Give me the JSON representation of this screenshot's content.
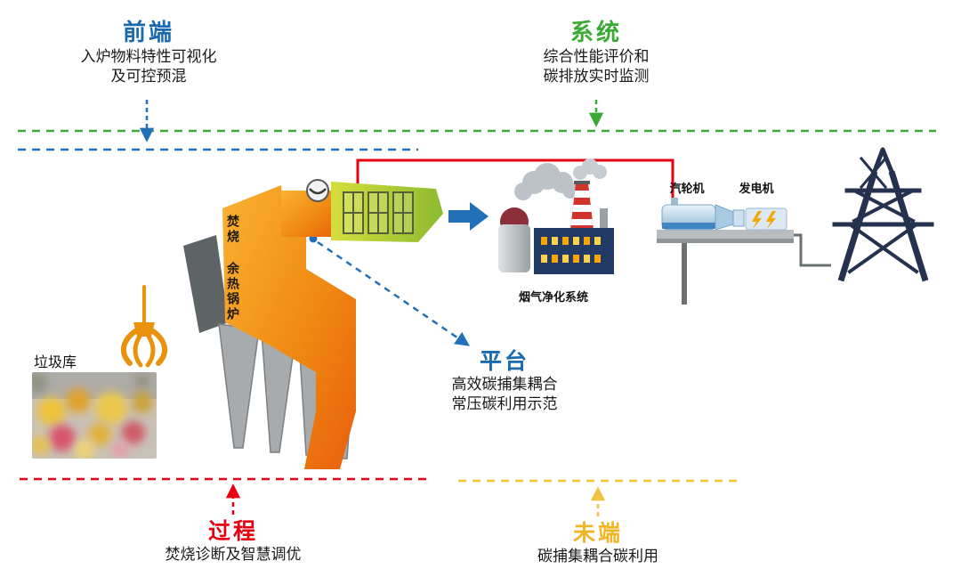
{
  "sections": {
    "front": {
      "title": "前端",
      "desc1": "入炉物料特性可视化",
      "desc2": "及可控预混"
    },
    "system": {
      "title": "系统",
      "desc1": "综合性能评价和",
      "desc2": "碳排放实时监测"
    },
    "platform": {
      "title": "平台",
      "desc1": "高效碳捕集耦合",
      "desc2": "常压碳利用示范"
    },
    "process": {
      "title": "过程",
      "desc": "焚烧诊断及智慧调优"
    },
    "terminal": {
      "title": "未端",
      "desc": "碳捕集耦合碳利用"
    }
  },
  "equipment": {
    "waste_pit": "垃圾库",
    "incinerator": "焚烧 余热锅炉",
    "flue_gas_system": "烟气净化系统",
    "steam_turbine": "汽轮机",
    "generator": "发电机"
  },
  "colors": {
    "front_blue": "#1a6ab0",
    "system_green": "#3aaa35",
    "process_red": "#e60012",
    "terminal_yellow": "#f0b424",
    "platform_blue": "#1a6ab0",
    "boiler_orange": "#ef7d12",
    "exchanger_green": "#a9c43a"
  }
}
